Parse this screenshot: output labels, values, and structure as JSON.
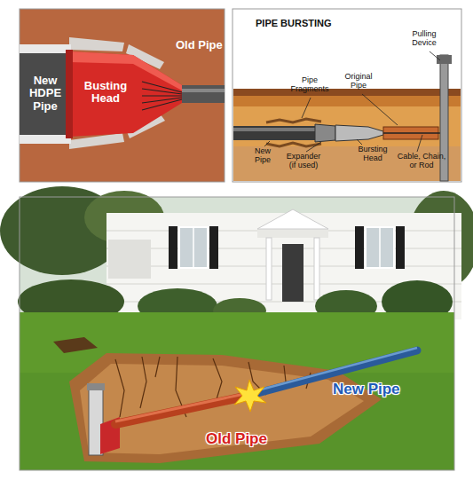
{
  "diagram": {
    "labels": [
      "Old Pipe",
      "New HDPE Pipe",
      "Busting Head",
      "PIPE BURSTING",
      "Pulling Device",
      "Original Pipe",
      "Pipe Fragments",
      "New Pipe",
      "Expander (if used)",
      "Bursting Head",
      "Cable, Chain, or Rod",
      "New Pipe",
      "Old Pipe"
    ]
  }
}
